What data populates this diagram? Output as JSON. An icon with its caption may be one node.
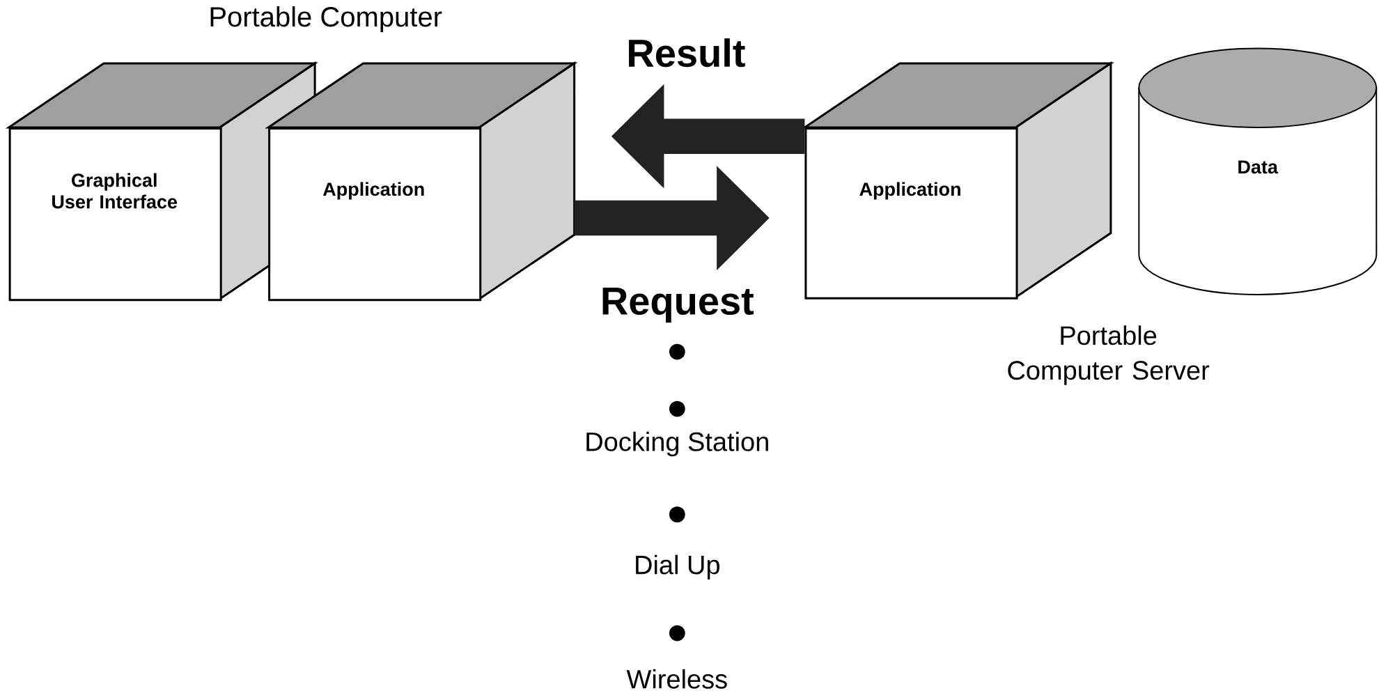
{
  "diagram": {
    "nodes": [
      {
        "text": [
          "Graphical User Interface"
        ]
      },
      {
        "text": [
          "Application"
        ]
      },
      {
        "text": [
          "Application"
        ]
      },
      {
        "text": [
          "Data"
        ]
      }
    ],
    "edges": [
      {
        "from": 2,
        "to": 1,
        "arrow": "to",
        "label": "Result"
      },
      {
        "from": 1,
        "to": 2,
        "arrow": "to",
        "label": "Request"
      }
    ],
    "labels": [
      "Portable Computer",
      "Docking Station",
      "Dial Up",
      "Wireless",
      "Portable Computer Server"
    ]
  }
}
